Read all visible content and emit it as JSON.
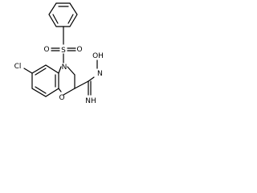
{
  "molecule": {
    "atoms": {
      "cl": "Cl",
      "n_ring": "N",
      "o_ring": "O",
      "s": "S",
      "o_top": "O",
      "o_bottom": "O",
      "n_oh": "N",
      "oh": "OH",
      "nh": "NH"
    }
  }
}
